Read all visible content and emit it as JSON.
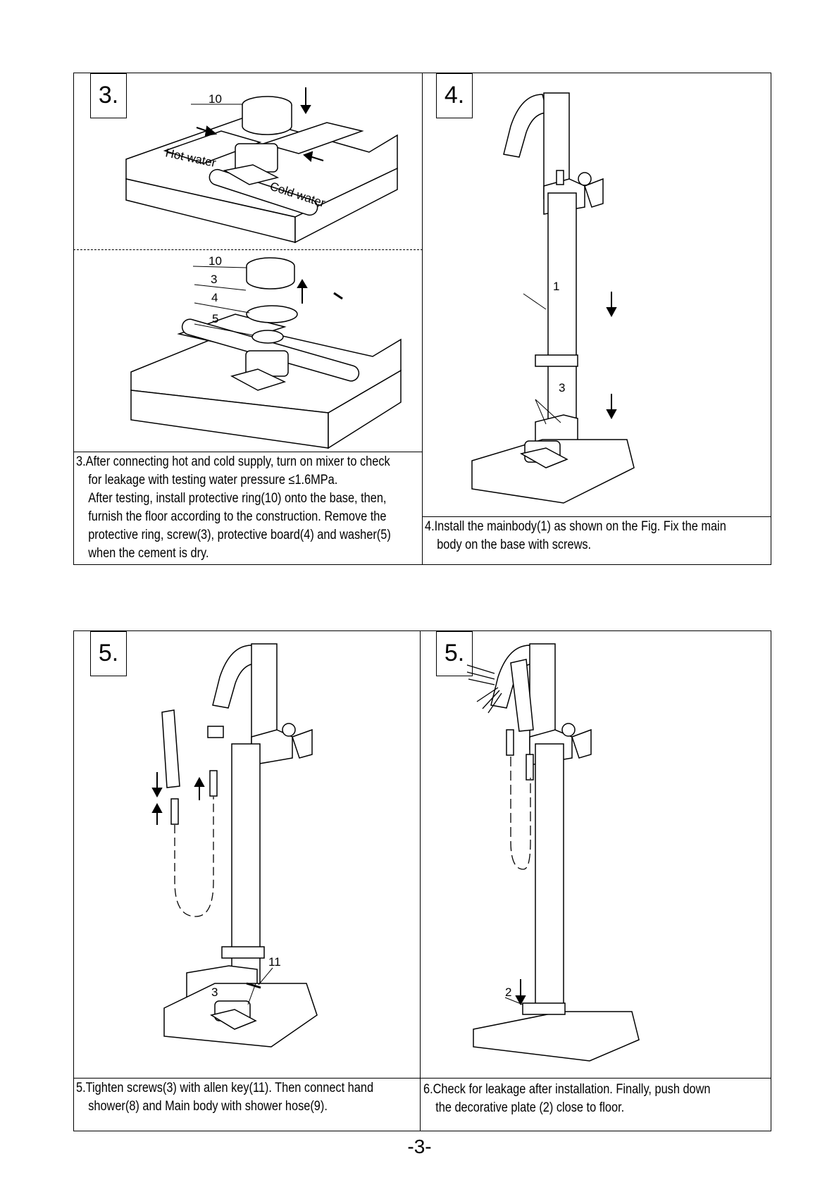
{
  "steps": {
    "s3": {
      "number": "3.",
      "callouts": {
        "ring_top": "10",
        "ring": "10",
        "screw": "3",
        "board": "4",
        "washer": "5"
      },
      "pipe_labels": {
        "hot": "Hot water",
        "cold": "Cold water"
      },
      "caption": [
        "3.After connecting hot and cold supply, turn on mixer to check",
        "for leakage with testing water pressure ≤1.6MPa.",
        "After testing, install protective ring(10) onto the base, then,",
        "furnish the floor according to the construction. Remove the",
        "protective ring, screw(3), protective board(4) and washer(5)",
        "when the cement is dry."
      ]
    },
    "s4": {
      "number": "4.",
      "callouts": {
        "body": "1",
        "screws": "3"
      },
      "caption": [
        "4.Install the mainbody(1) as shown on the Fig. Fix the main",
        "body on the base with screws."
      ]
    },
    "s5": {
      "number": "5.",
      "callouts": {
        "screws": "3",
        "key": "11"
      },
      "caption": [
        "5.Tighten screws(3) with allen key(11). Then connect hand",
        "shower(8) and Main body with shower hose(9)."
      ]
    },
    "s6": {
      "number": "5.",
      "callouts": {
        "plate": "2"
      },
      "caption": [
        "6.Check for leakage after installation. Finally, push down",
        "the decorative plate (2) close to floor."
      ]
    }
  },
  "page_number": "-3-"
}
